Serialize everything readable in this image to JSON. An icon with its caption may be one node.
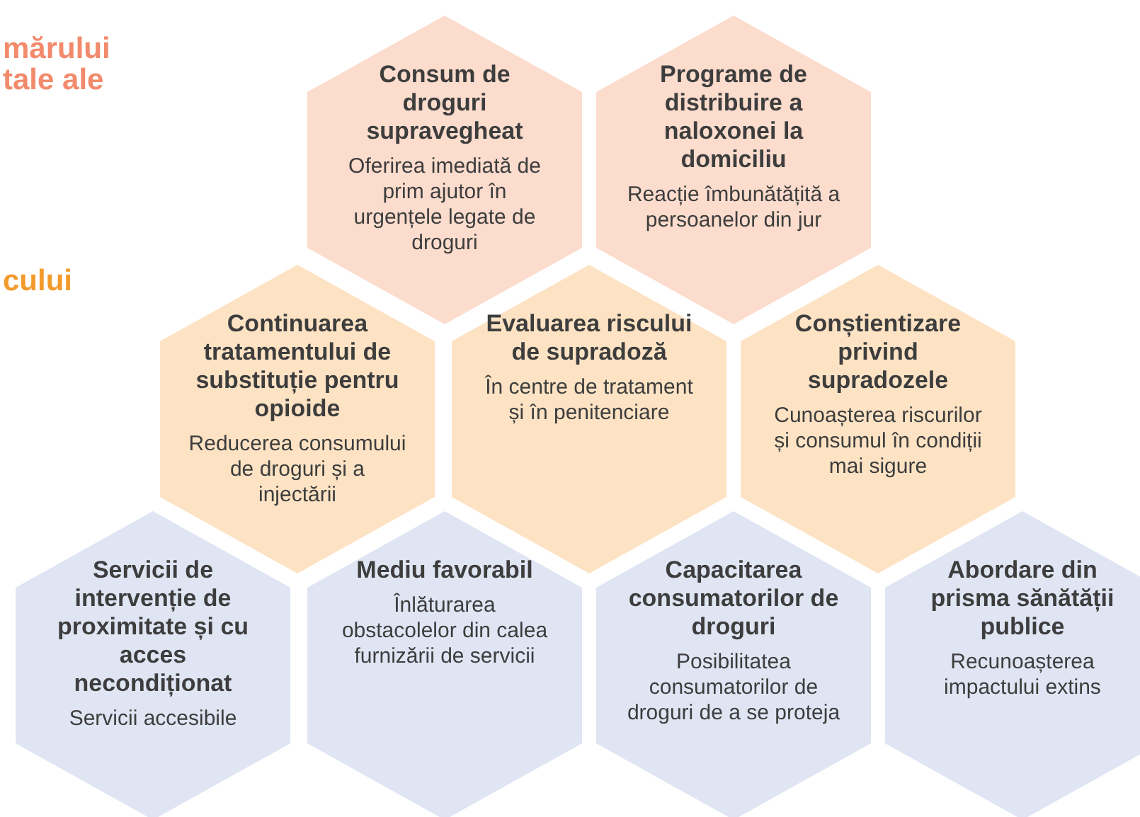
{
  "diagram": {
    "nodes": [
      {
        "text": [
          "Consum de droguri supravegheat",
          "Oferirea imediată de prim ajutor în urgențele legate de droguri"
        ]
      },
      {
        "text": [
          "Programe de distribuire a naloxonei la domiciliu",
          "Reacție îmbunătățită a persoanelor din jur"
        ]
      },
      {
        "text": [
          "Continuarea tratamentului de substituție pentru opioide",
          "Reducerea consumului de droguri și a injectării"
        ]
      },
      {
        "text": [
          "Evaluarea riscului de supradoză",
          "În centre de tratament și în penitenciare"
        ]
      },
      {
        "text": [
          "Conștientizare privind supradozele",
          "Cunoașterea riscurilor și consumul în condiții mai sigure"
        ]
      },
      {
        "text": [
          "Servicii de intervenție de proximitate și cu acces necondiționat",
          "Servicii accesibile"
        ]
      },
      {
        "text": [
          "Mediu favorabil",
          "Înlăturarea obstacolelor din calea furnizării de servicii"
        ]
      },
      {
        "text": [
          "Capacitarea consumatorilor de droguri",
          "Posibilitatea consumatorilor de droguri de a se proteja"
        ]
      },
      {
        "text": [
          "Abordare din prisma sănătății publice",
          "Recunoașterea impactului extins"
        ]
      }
    ],
    "labels": [
      "mărului tale ale",
      "cului"
    ]
  }
}
